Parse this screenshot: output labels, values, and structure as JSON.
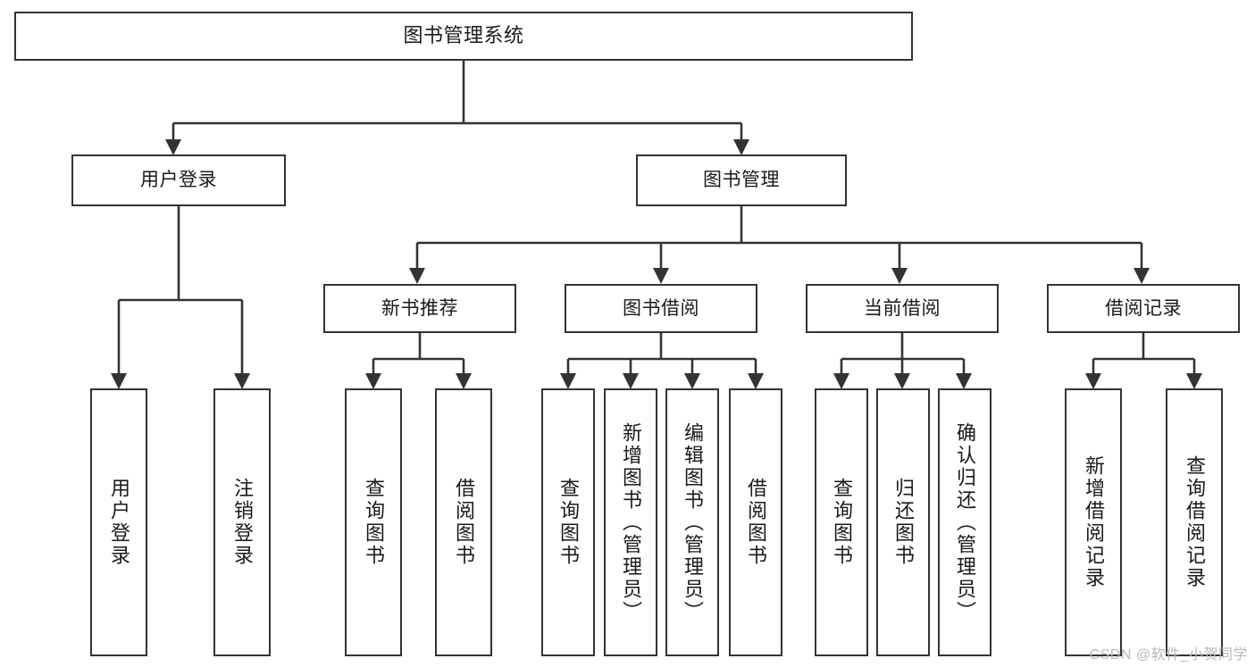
{
  "diagram": {
    "title": "图书管理系统",
    "type": "functional-structure-tree",
    "background_color": "#ffffff",
    "line_color": "#333333",
    "text_color": "#1a1a1a"
  },
  "nodes": {
    "root": {
      "label": "图书管理系统"
    },
    "level1": [
      {
        "id": "user-login",
        "label": "用户登录"
      },
      {
        "id": "book-management",
        "label": "图书管理"
      }
    ],
    "level2": [
      {
        "id": "new-book-recommend",
        "label": "新书推荐"
      },
      {
        "id": "book-borrow",
        "label": "图书借阅"
      },
      {
        "id": "current-borrow",
        "label": "当前借阅"
      },
      {
        "id": "borrow-record",
        "label": "借阅记录"
      }
    ],
    "leaves": {
      "user_login": [
        {
          "id": "leaf-user-login",
          "label": "用户登录"
        },
        {
          "id": "leaf-logout-login",
          "label": "注销登录"
        }
      ],
      "new_book_recommend": [
        {
          "id": "leaf-query-book-1",
          "label": "查询图书"
        },
        {
          "id": "leaf-borrow-book-1",
          "label": "借阅图书"
        }
      ],
      "book_borrow": [
        {
          "id": "leaf-query-book-2",
          "label": "查询图书"
        },
        {
          "id": "leaf-add-book",
          "label": "新增图书（管理员）"
        },
        {
          "id": "leaf-edit-book",
          "label": "编辑图书（管理员）"
        },
        {
          "id": "leaf-borrow-book-2",
          "label": "借阅图书"
        }
      ],
      "current_borrow": [
        {
          "id": "leaf-query-book-3",
          "label": "查询图书"
        },
        {
          "id": "leaf-return-book",
          "label": "归还图书"
        },
        {
          "id": "leaf-confirm-return",
          "label": "确认归还（管理员）"
        }
      ],
      "borrow_record": [
        {
          "id": "leaf-add-record",
          "label": "新增借阅记录"
        },
        {
          "id": "leaf-query-record",
          "label": "查询借阅记录"
        }
      ]
    }
  },
  "watermark": {
    "text": "CSDN @软件_小贺同学"
  }
}
